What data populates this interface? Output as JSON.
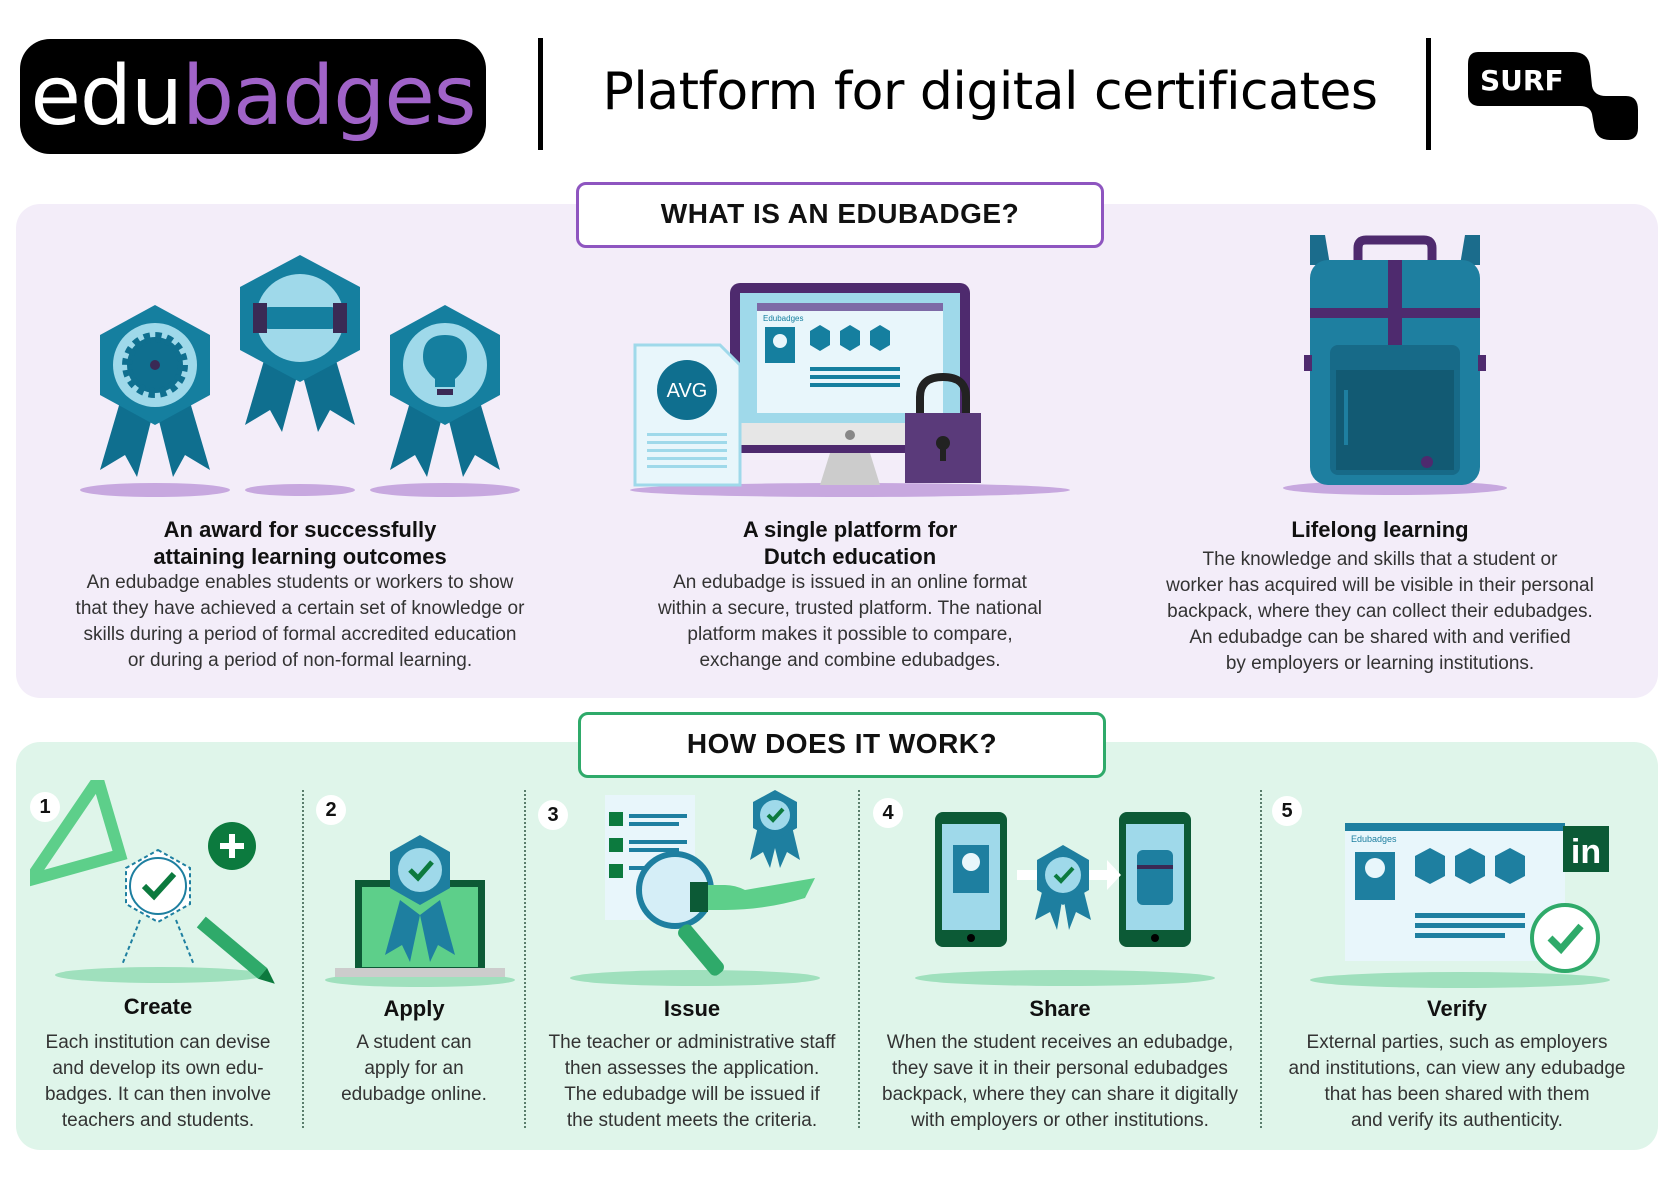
{
  "header": {
    "logo_edu": "edu",
    "logo_badges": "badges",
    "title": "Platform for digital certificates",
    "partner_logo": "SURF"
  },
  "what": {
    "heading": "WHAT IS AN EDUBADGE?",
    "columns": [
      {
        "title_line1": "An award for successfully",
        "title_line2": "attaining learning outcomes",
        "text": [
          "An edubadge enables students or workers to show",
          "that they have achieved a certain set of knowledge or",
          "skills during a period of formal accredited education",
          "or during a period of non-formal learning."
        ]
      },
      {
        "title_line1": "A single platform for",
        "title_line2": "Dutch education",
        "text": [
          "An edubadge is issued in an online format",
          "within a secure, trusted platform. The national",
          "platform makes it possible to compare,",
          "exchange and combine edubadges."
        ],
        "doc_label": "AVG",
        "screen_label": "Edubadges"
      },
      {
        "title_line1": "Lifelong learning",
        "text": [
          "The knowledge and skills that a student or",
          "worker has acquired will be visible in their personal",
          "backpack, where they can collect their edubadges.",
          "An edubadge can be shared with and verified",
          "by employers or learning institutions."
        ]
      }
    ]
  },
  "how": {
    "heading": "HOW DOES IT WORK?",
    "steps": [
      {
        "num": "1",
        "title": "Create",
        "text": [
          "Each institution can devise",
          "and develop its own edu-",
          "badges. It can then involve",
          "teachers and students."
        ]
      },
      {
        "num": "2",
        "title": "Apply",
        "text": [
          "A student can",
          "apply for an",
          "edubadge online."
        ]
      },
      {
        "num": "3",
        "title": "Issue",
        "text": [
          "The teacher or administrative staff",
          "then assesses the application.",
          "The edubadge will be issued if",
          "the student meets the criteria."
        ]
      },
      {
        "num": "4",
        "title": "Share",
        "text": [
          "When the student receives an edubadge,",
          "they save it in their personal edubadges",
          "backpack, where they can share it digitally",
          "with employers or other institutions."
        ]
      },
      {
        "num": "5",
        "title": "Verify",
        "text": [
          "External parties, such as employers",
          "and institutions, can view any edubadge",
          "that has been shared with them",
          "and verify its authenticity."
        ],
        "screen_label": "Edubadges",
        "social_label": "in"
      }
    ]
  }
}
